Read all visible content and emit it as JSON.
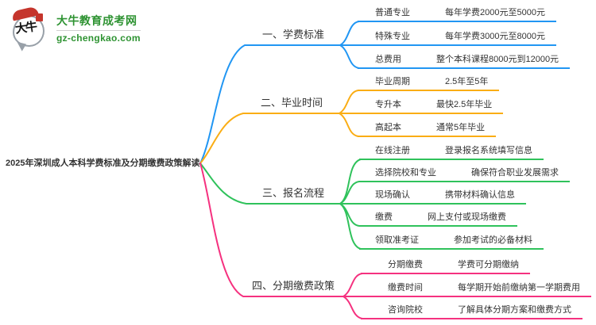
{
  "site": {
    "name": "大牛教育成考网",
    "url": "gz-chengkao.com",
    "logo_text": "大牛"
  },
  "root": {
    "title": "2025年深圳成人本科学费标准及分期缴费政策解读"
  },
  "branches": [
    {
      "label": "一、学费标准",
      "color": "#2196F3",
      "items": [
        {
          "label": "普通专业",
          "value": "每年学费2000元至5000元"
        },
        {
          "label": "特殊专业",
          "value": "每年学费3000元至8000元"
        },
        {
          "label": "总费用",
          "value": "整个本科课程8000元到12000元"
        }
      ]
    },
    {
      "label": "二、毕业时间",
      "color": "#FAAD14",
      "items": [
        {
          "label": "毕业周期",
          "value": "2.5年至5年"
        },
        {
          "label": "专升本",
          "value": "最快2.5年毕业"
        },
        {
          "label": "高起本",
          "value": "通常5年毕业"
        }
      ]
    },
    {
      "label": "三、报名流程",
      "color": "#2FC25B",
      "items": [
        {
          "label": "在线注册",
          "value": "登录报名系统填写信息"
        },
        {
          "label": "选择院校和专业",
          "value": "确保符合职业发展需求"
        },
        {
          "label": "现场确认",
          "value": "携带材料确认信息"
        },
        {
          "label": "缴费",
          "value": "网上支付或现场缴费"
        },
        {
          "label": "领取准考证",
          "value": "参加考试的必备材料"
        }
      ]
    },
    {
      "label": "四、分期缴费政策",
      "color": "#F5317F",
      "items": [
        {
          "label": "分期缴费",
          "value": "学费可分期缴纳"
        },
        {
          "label": "缴费时间",
          "value": "每学期开始前缴纳第一学期费用"
        },
        {
          "label": "咨询院校",
          "value": "了解具体分期方案和缴费方式"
        }
      ]
    }
  ],
  "colors": {
    "text": "#333333",
    "logo_green": "#2E9332",
    "seal_red": "#C5352C",
    "outline_gray": "#98A0A8",
    "divider": "#CFCFCF"
  }
}
